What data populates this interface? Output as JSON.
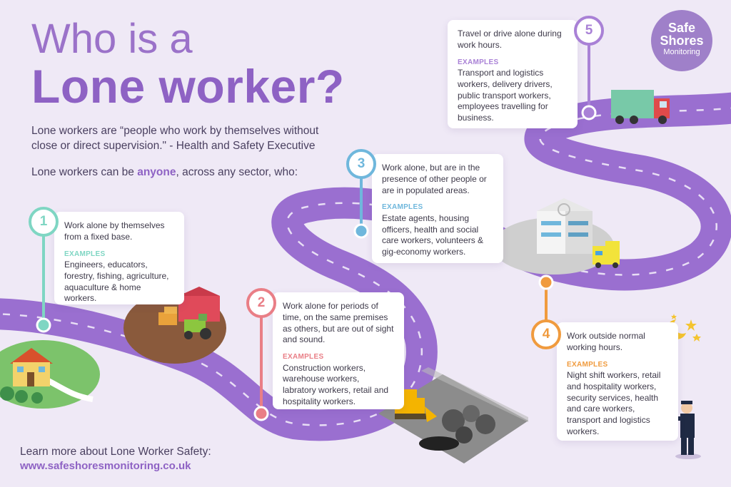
{
  "heading": {
    "line1": "Who is a",
    "line2": "Lone worker?"
  },
  "intro": {
    "quote": "Lone workers are “people who work by themselves without close or direct supervision.\" - Health and Safety Executive",
    "lead_before": "Lone workers can be ",
    "lead_highlight": "anyone",
    "lead_after": ", across any sector, who:"
  },
  "logo": {
    "line1": "Safe",
    "line2": "Shores",
    "line3": "Monitoring"
  },
  "examples_label": "EXAMPLES",
  "steps": [
    {
      "number": "1",
      "color": "#7fd6c3",
      "description": "Work alone by themselves from a fixed base.",
      "examples": "Engineers, educators, forestry, fishing, agriculture, aquaculture & home workers."
    },
    {
      "number": "2",
      "color": "#e97e86",
      "description": "Work alone for periods of time, on the same premises as others, but are out of sight and sound.",
      "examples": "Construction workers, warehouse workers, labratory workers, retail and hospitality workers."
    },
    {
      "number": "3",
      "color": "#6fb7dc",
      "description": "Work alone, but are in the presence of other people or are in populated areas.",
      "examples": "Estate agents, housing officers, health and social care workers, volunteers & gig-economy workers."
    },
    {
      "number": "4",
      "color": "#f09b3e",
      "description": "Work outside normal working hours.",
      "examples": "Night shift workers, retail and hospitality workers, security services, health and care workers, transport and logistics workers."
    },
    {
      "number": "5",
      "color": "#a981d6",
      "description": "Travel or drive alone during work hours.",
      "examples": "Transport and logistics workers, delivery drivers, public transport workers, employees travelling for business."
    }
  ],
  "footer": {
    "text": "Learn more about Lone Worker Safety:",
    "link": "www.safeshoresmonitoring.co.uk"
  },
  "colors": {
    "accent": "#8e62c4",
    "road": "#9a6fd0",
    "background": "#efe9f6"
  }
}
